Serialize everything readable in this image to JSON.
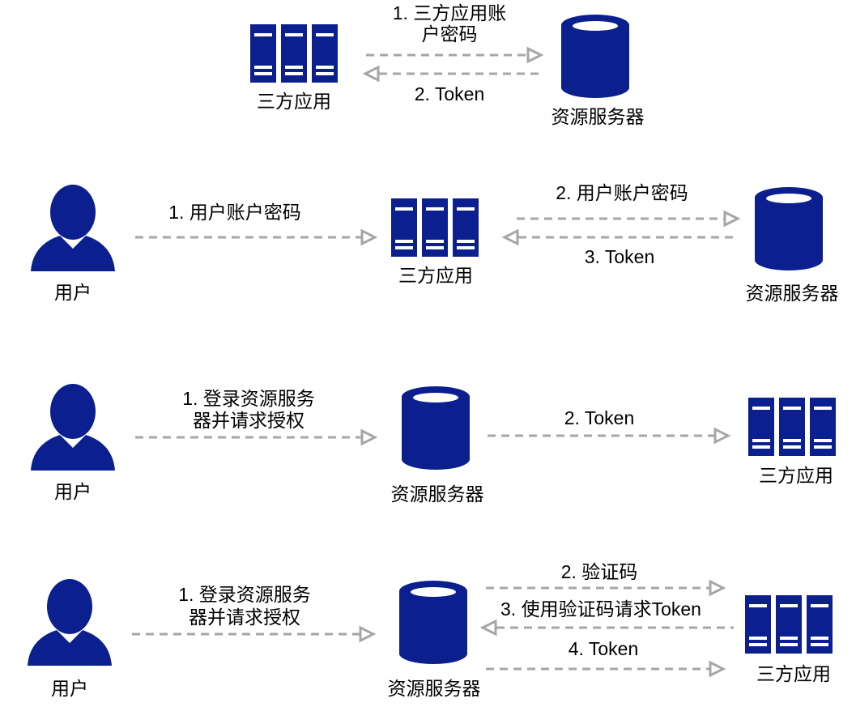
{
  "colors": {
    "icon": "#0b1f8f",
    "arrow": "#a6a6a6",
    "text": "#000000"
  },
  "icons": {
    "server": "server-rack-icon",
    "database": "database-cylinder-icon",
    "user": "user-silhouette-icon"
  },
  "row1": {
    "app_label": "三方应用",
    "db_label": "资源服务器",
    "step1_line1": "1. 三方应用账",
    "step1_line2": "户密码",
    "step2": "2. Token"
  },
  "row2": {
    "user_label": "用户",
    "app_label": "三方应用",
    "db_label": "资源服务器",
    "step1": "1. 用户账户密码",
    "step2": "2. 用户账户密码",
    "step3": "3. Token"
  },
  "row3": {
    "user_label": "用户",
    "db_label": "资源服务器",
    "app_label": "三方应用",
    "step1_line1": "1. 登录资源服务",
    "step1_line2": "器并请求授权",
    "step2": "2. Token"
  },
  "row4": {
    "user_label": "用户",
    "db_label": "资源服务器",
    "app_label": "三方应用",
    "step1_line1": "1. 登录资源服务",
    "step1_line2": "器并请求授权",
    "step2": "2. 验证码",
    "step3": "3. 使用验证码请求Token",
    "step4": "4. Token"
  }
}
